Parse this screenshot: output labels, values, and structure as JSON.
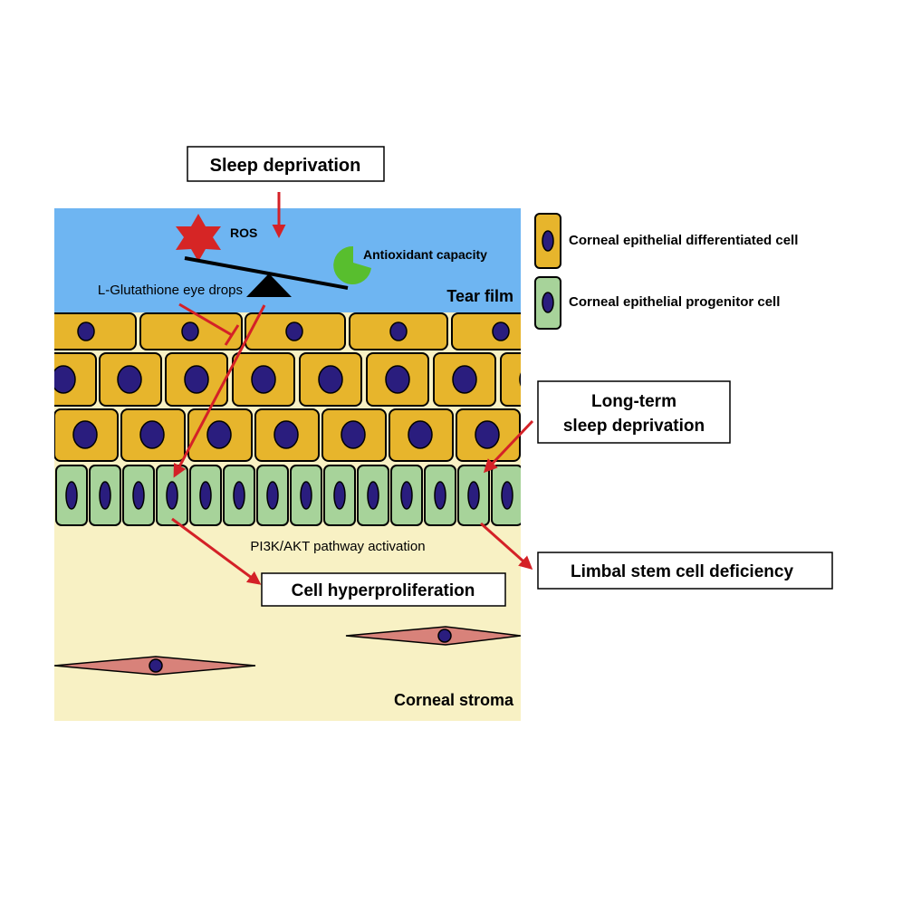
{
  "title_box": {
    "text": "Sleep deprivation"
  },
  "labels": {
    "ros": "ROS",
    "antioxidant": "Antioxidant capacity",
    "glutathione": "L-Glutathione eye drops",
    "tear_film": "Tear film",
    "pathway": "PI3K/AKT pathway activation",
    "stroma": "Corneal stroma"
  },
  "boxes": {
    "hyperproliferation": "Cell hyperproliferation",
    "long_term_line1": "Long-term",
    "long_term_line2": "sleep deprivation",
    "limbal": "Limbal stem cell deficiency"
  },
  "legend": {
    "differentiated": "Corneal epithelial differentiated cell",
    "progenitor": "Corneal epithelial progenitor cell"
  },
  "colors": {
    "tear_film": "#6eb5f2",
    "stroma": "#f8f1c4",
    "differentiated_cell": "#e7b52c",
    "progenitor_cell": "#a7d39a",
    "nucleus": "#2a1d7e",
    "arrow": "#d42127",
    "ros_star": "#d62525",
    "antioxidant": "#58be2e",
    "keratocyte": "#d8827a"
  }
}
